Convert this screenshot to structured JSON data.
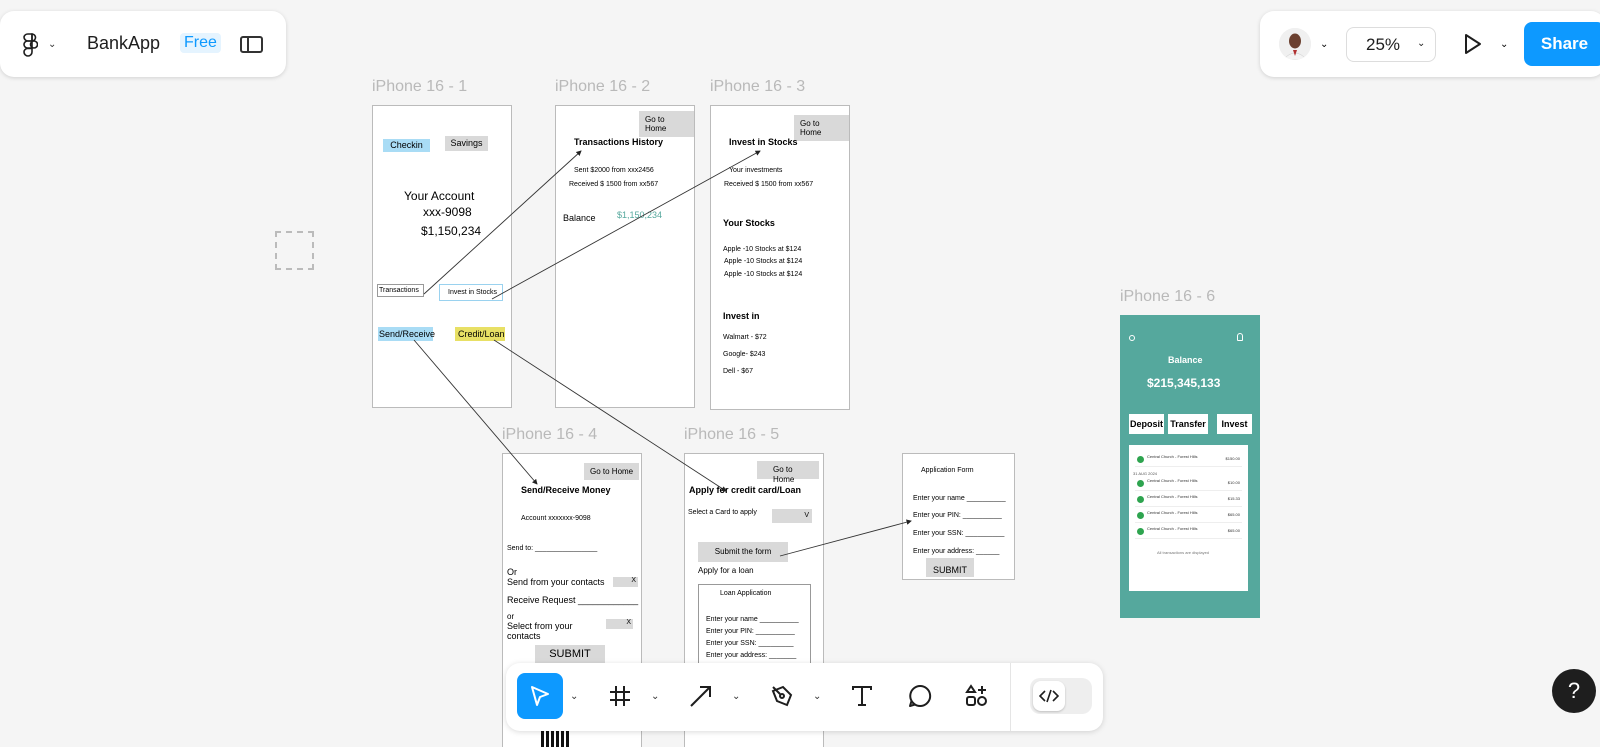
{
  "app": {
    "file_name": "BankApp",
    "plan_badge": "Free",
    "zoom": "25%",
    "share_label": "Share",
    "help_label": "?"
  },
  "frames": {
    "f1": {
      "label": "iPhone 16 - 1",
      "checkin": "Checkin",
      "savings": "Savings",
      "account_title": "Your Account",
      "account_number": "xxx-9098",
      "account_balance": "$1,150,234",
      "transactions": "Transactions",
      "invest": "Invest in Stocks",
      "send_receive": "Send/Receive",
      "credit_loan": "Credit/Loan"
    },
    "f2": {
      "label": "iPhone 16 - 2",
      "go_home": "Go to Home",
      "title": "Transactions History",
      "line1": "Sent $2000 from xxx2456",
      "line2": "Received $ 1500 from xx567",
      "balance_label": "Balance",
      "balance_value": "$1,150,234"
    },
    "f3": {
      "label": "iPhone 16 - 3",
      "go_home": "Go to Home",
      "title": "Invest in Stocks",
      "line1": "Your investments",
      "line2": "Received $ 1500 from xx567",
      "stocks_title": "Your Stocks",
      "stock1": "Apple -10 Stocks at $124",
      "stock2": "Apple -10 Stocks at $124",
      "stock3": "Apple -10 Stocks at $124",
      "invest_in_title": "Invest in",
      "opt1": "Walmart - $72",
      "opt2": "Google- $243",
      "opt3": "Dell - $67"
    },
    "f4": {
      "label": "iPhone 16 - 4",
      "go_home": "Go to Home",
      "title": "Send/Receive Money",
      "account": "Account xxxxxxx-9098",
      "send_to": "Send to: ________________",
      "or1": "Or",
      "from_contacts": "Send from your contacts",
      "x1": "X",
      "receive": "Receive Request ____________",
      "or2": "or",
      "select_contacts_1": "Select from your",
      "select_contacts_2": "contacts",
      "x2": "X",
      "submit": "SUBMIT"
    },
    "f5": {
      "label": "iPhone 16 - 5",
      "go_home": "Go to Home",
      "title": "Apply for credit card/Loan",
      "select_card": "Select a Card to apply",
      "dropdown": "V",
      "submit_form": "Submit the form",
      "apply_loan": "Apply for  a loan",
      "loan_title": "Loan Application",
      "f_name": "Enter your name __________",
      "f_pin": "Enter your PIN: __________",
      "f_ssn": "Enter your SSN: _________",
      "f_addr": "Enter your address: _______"
    },
    "app_form": {
      "title": "Application Form",
      "f_name": "Enter your name __________",
      "f_pin": "Enter your PIN: __________",
      "f_ssn": "Enter your SSN: __________",
      "f_addr": "Enter your address: ______",
      "submit": "SUBMIT"
    },
    "f6": {
      "label": "iPhone 16 - 6",
      "balance_label": "Balance",
      "balance_value": "$215,345,133",
      "deposit": "Deposit",
      "transfer": "Transfer",
      "invest": "Invest",
      "date_label": "31 AUG 2024",
      "transactions": [
        {
          "name": "Central Church - Forest Hills",
          "amount": "$150.00"
        },
        {
          "name": "Central Church - Forest Hills",
          "amount": "$10.00"
        },
        {
          "name": "Central Church - Forest Hills",
          "amount": "$15.33"
        },
        {
          "name": "Central Church - Forest Hills",
          "amount": "$65.00"
        },
        {
          "name": "Central Church - Forest Hills",
          "amount": "$65.00"
        }
      ],
      "footer": "All transactions are displayed"
    }
  },
  "colors": {
    "accent": "#0d99ff",
    "frame6_bg": "#55a89d",
    "checkin_bg": "#a9dcf5",
    "credit_bg": "#e8e065"
  }
}
